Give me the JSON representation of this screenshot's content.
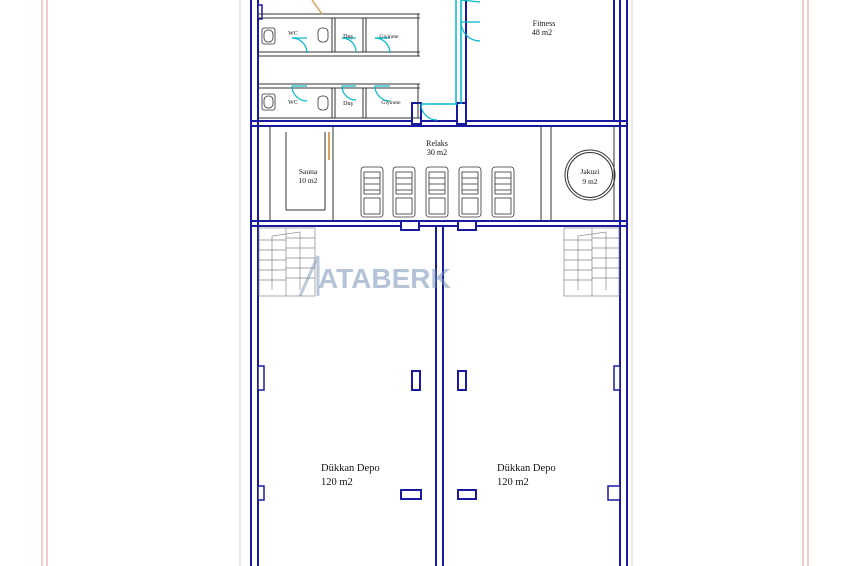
{
  "rooms": {
    "fitness": {
      "name": "Fitness",
      "area": "48 m2"
    },
    "wc_top": {
      "name": "WC"
    },
    "dus_top": {
      "name": "Duş"
    },
    "giyinme_top": {
      "name": "Giyinme"
    },
    "wc_bottom": {
      "name": "WC"
    },
    "dus_bottom": {
      "name": "Duş"
    },
    "giyinme_bottom": {
      "name": "Giyinme"
    },
    "relaks": {
      "name": "Relaks",
      "area": "30 m2"
    },
    "sauna": {
      "name": "Sauna",
      "area": "10 m2"
    },
    "jakuzi": {
      "name": "Jakuzi",
      "area": "9 m2"
    },
    "depo_left": {
      "name": "Dükkan Depo",
      "area": "120 m2"
    },
    "depo_right": {
      "name": "Dükkan Depo",
      "area": "120 m2"
    }
  },
  "watermark": {
    "text": "ATABERK"
  },
  "colors": {
    "wall": "#1a1aa0",
    "door": "#00b8c8",
    "site": "#d99a9a",
    "line": "#9a9a9a"
  }
}
